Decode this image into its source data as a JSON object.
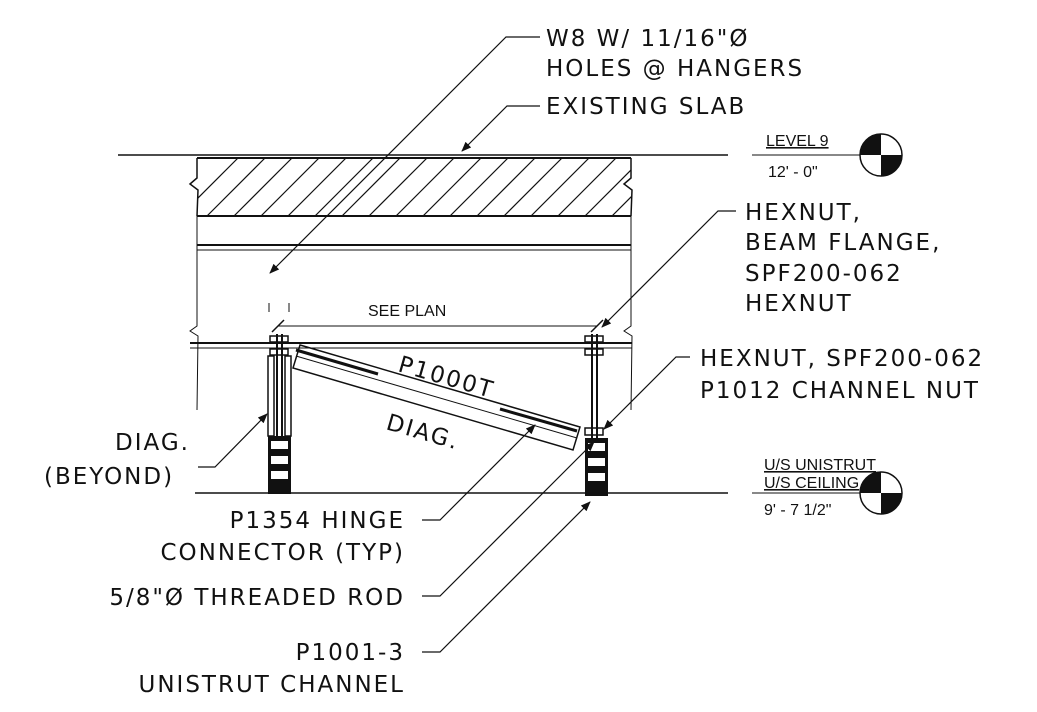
{
  "callouts": {
    "w8_line1": "W8 W/ 11/16\"Ø",
    "w8_line2": "HOLES @ HANGERS",
    "existing_slab": "EXISTING SLAB",
    "see_plan": "SEE PLAN",
    "hexnut_flange_line1": "HEXNUT,",
    "hexnut_flange_line2": "BEAM FLANGE,",
    "hexnut_flange_line3": "SPF200-062",
    "hexnut_flange_line4": "HEXNUT",
    "hexnut_channel_line1": "HEXNUT, SPF200-062",
    "hexnut_channel_line2": "P1012 CHANNEL NUT",
    "p1000t": "P1000T",
    "diag": "DIAG.",
    "diag_beyond_line1": "DIAG.",
    "diag_beyond_line2": "(BEYOND)",
    "hinge_line1": "P1354 HINGE",
    "hinge_line2": "CONNECTOR (TYP)",
    "threaded_rod": "5/8\"Ø THREADED ROD",
    "channel_line1": "P1001-3",
    "channel_line2": "UNISTRUT CHANNEL"
  },
  "elevations": {
    "level9_name": "LEVEL 9",
    "level9_value": "12' - 0\"",
    "us_unistrut": "U/S UNISTRUT",
    "us_ceiling": "U/S CEILING",
    "ceiling_value": "9' - 7 1/2\""
  }
}
